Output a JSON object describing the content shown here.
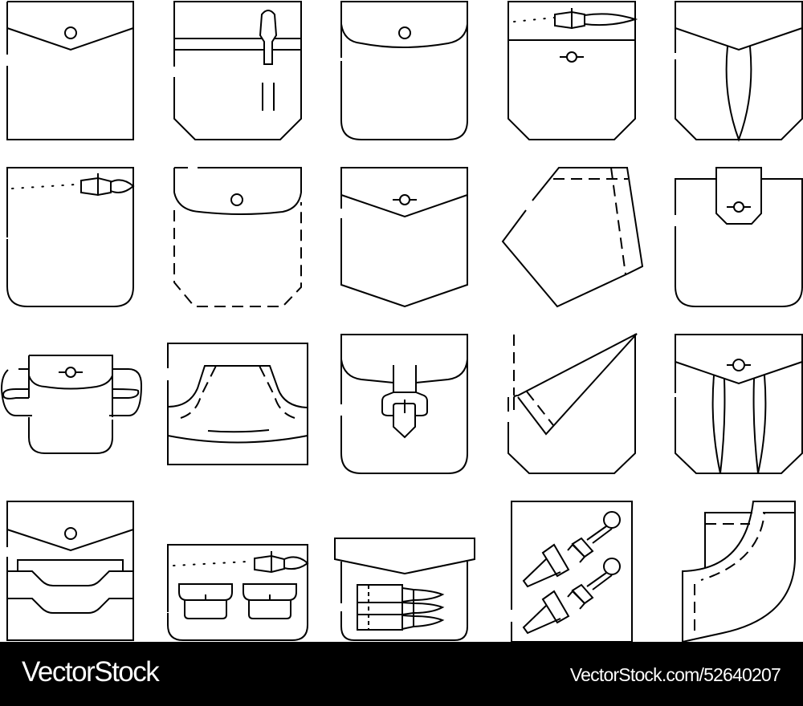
{
  "illustration": {
    "subject": "Pocket design icon set",
    "grid": {
      "rows": 4,
      "columns": 5,
      "count": 20
    },
    "colors": {
      "stroke": "#000000",
      "background": "#ffffff",
      "footer": "#000000",
      "footer_text": "#ffffff"
    },
    "items": [
      {
        "name": "envelope-flap-pocket-with-button"
      },
      {
        "name": "zip-pocket-with-clip-slider"
      },
      {
        "name": "rounded-flap-pocket-with-button"
      },
      {
        "name": "zipper-top-pocket-with-snap"
      },
      {
        "name": "flap-pocket-with-box-pleat"
      },
      {
        "name": "zipper-pocket-rounded"
      },
      {
        "name": "dashed-stitch-flap-pocket"
      },
      {
        "name": "pointed-bottom-flap-pocket"
      },
      {
        "name": "pentagon-patch-pocket"
      },
      {
        "name": "tab-closure-pocket"
      },
      {
        "name": "belt-loop-pouch"
      },
      {
        "name": "jeans-front-pocket"
      },
      {
        "name": "buckle-strap-pocket"
      },
      {
        "name": "folded-corner-pocket"
      },
      {
        "name": "double-pleat-flap-pocket"
      },
      {
        "name": "layered-slit-pocket"
      },
      {
        "name": "zipper-pocket-with-two-pouches"
      },
      {
        "name": "bullet-holder-pocket"
      },
      {
        "name": "grenade-holder-pocket"
      },
      {
        "name": "curved-jeans-coin-pocket"
      }
    ]
  },
  "footer": {
    "brand": "VectorStock",
    "url": "VectorStock.com/52640207"
  }
}
